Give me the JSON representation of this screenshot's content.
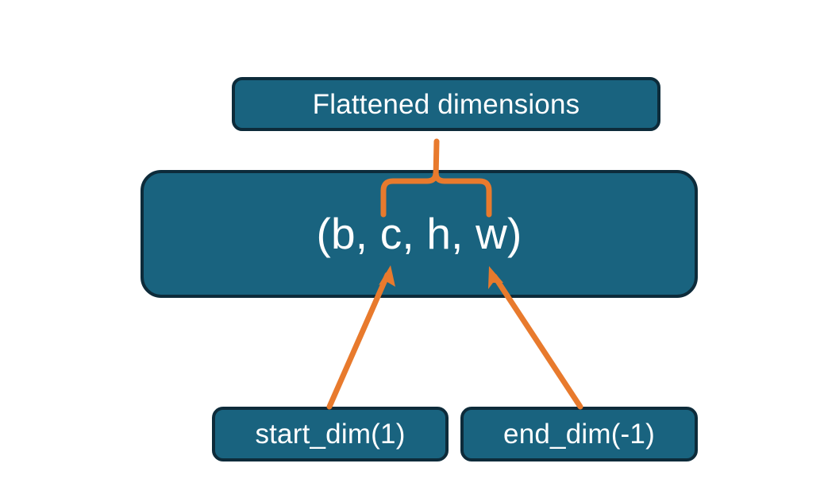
{
  "diagram": {
    "title": "Flatten dimensions diagram",
    "background_color": "#ffffff",
    "node_fill_color": "#19637f",
    "node_border_color": "#0d2b3a",
    "node_text_color": "#ffffff",
    "annotation_color": "#e87a2d"
  },
  "nodes": {
    "flattened": {
      "label": "Flattened dimensions"
    },
    "shape": {
      "label": "(b, c, h, w)"
    },
    "start_dim": {
      "label": "start_dim(1)"
    },
    "end_dim": {
      "label": "end_dim(-1)"
    }
  },
  "annotations": {
    "brace": {
      "name": "flattened-range-brace",
      "spans_label": "c, h, w",
      "color": "#e87a2d"
    },
    "arrow_start": {
      "name": "start-dim-arrow",
      "from": "start_dim",
      "to": "shape",
      "color": "#e87a2d"
    },
    "arrow_end": {
      "name": "end-dim-arrow",
      "from": "end_dim",
      "to": "shape",
      "color": "#e87a2d"
    }
  }
}
